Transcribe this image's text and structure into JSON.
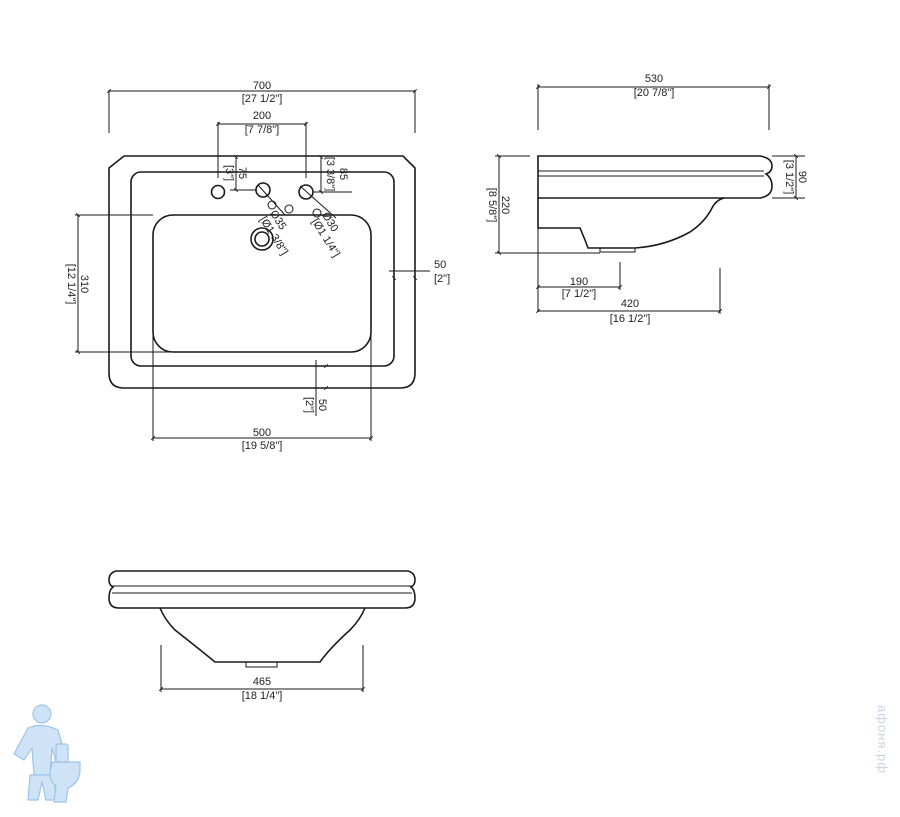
{
  "colors": {
    "line": "#1a1a1a",
    "text": "#222222",
    "logo": "#9cc4ea",
    "watermark": "#c9d4e3"
  },
  "dims": {
    "top_width_mm": "700",
    "top_width_in": "[27 1/2\"]",
    "tap_spacing_mm": "200",
    "tap_spacing_in": "[7 7/8\"]",
    "tap_offset_mm": "75",
    "tap_offset_in": "[3\"]",
    "tap_back_mm": "85",
    "tap_back_in": "[3 3/8\"]",
    "hole_big_mm": "Ø35",
    "hole_big_in": "[Ø1 3/8\"]",
    "hole_small_mm": "Ø30",
    "hole_small_in": "[Ø1 1/4\"]",
    "depth_front_mm": "310",
    "depth_front_in": "[12 1/4\"]",
    "rim_right_mm": "50",
    "rim_right_in": "[2\"]",
    "rim_bottom_mm": "50",
    "rim_bottom_in": "[2\"]",
    "bowl_width_mm": "500",
    "bowl_width_in": "[19 5/8\"]",
    "side_depth_mm": "530",
    "side_depth_in": "[20 7/8\"]",
    "side_height_mm": "220",
    "side_height_in": "[8 5/8\"]",
    "rim_height_mm": "90",
    "rim_height_in": "[3 1/2\"]",
    "drain_offset_mm": "190",
    "drain_offset_in": "[7 1/2\"]",
    "bowl_depth_mm": "420",
    "bowl_depth_in": "[16 1/2\"]",
    "front_bowl_mm": "465",
    "front_bowl_in": "[18 1/4\"]"
  },
  "icons": {
    "logo": "plumber-logo-icon"
  },
  "watermark": "афоня.рф"
}
